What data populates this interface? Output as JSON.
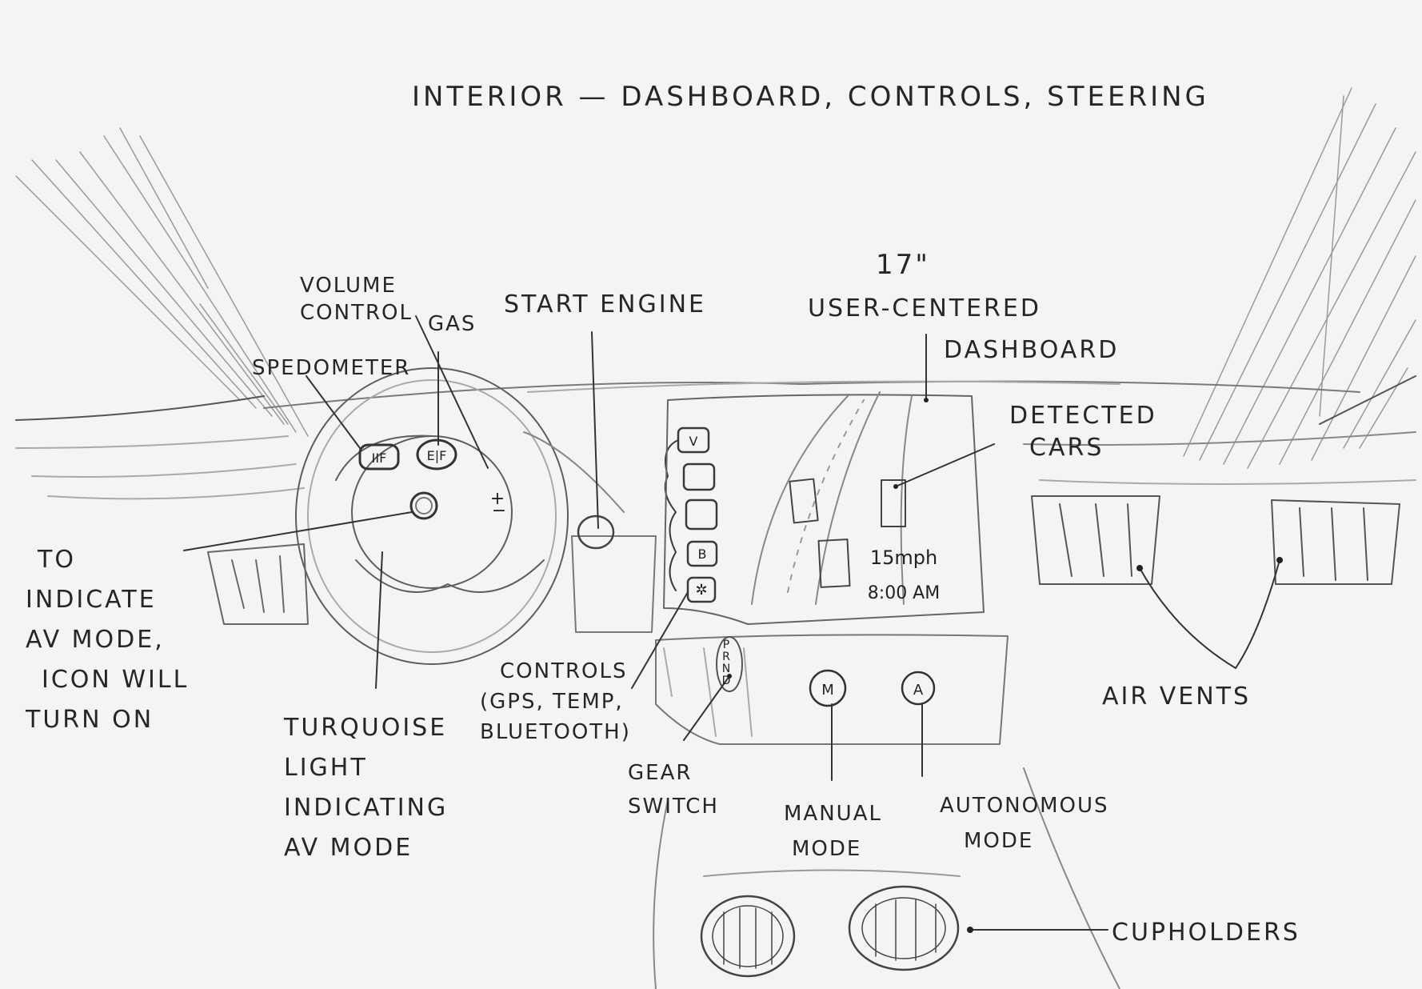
{
  "title": "INTERIOR — DASHBOARD, CONTROLS, STEERING",
  "labels": {
    "volume_control": [
      "VOLUME",
      "CONTROL"
    ],
    "speedometer": "SPEDOMETER",
    "gas": "GAS",
    "start_engine": "START ENGINE",
    "screen_size": "17\"",
    "dashboard": [
      "USER-CENTERED",
      "DASHBOARD"
    ],
    "detected_cars": [
      "DETECTED",
      "CARS"
    ],
    "av_mode_icon": [
      "TO",
      "INDICATE",
      "AV MODE,",
      "ICON WILL",
      "TURN ON"
    ],
    "turquoise_light": [
      "TURQUOISE",
      "LIGHT",
      "INDICATING",
      "AV MODE"
    ],
    "controls": [
      "CONTROLS",
      "(GPS, TEMP,",
      "BLUETOOTH)"
    ],
    "gear_switch": [
      "GEAR",
      "SWITCH"
    ],
    "manual_mode": [
      "MANUAL",
      "MODE"
    ],
    "autonomous_mode": [
      "AUTONOMOUS",
      "MODE"
    ],
    "air_vents": "AIR VENTS",
    "cupholders": "CUPHOLDERS"
  },
  "screen": {
    "speed": "15mph",
    "time": "8:00 AM"
  },
  "gauges": {
    "speedometer_face": "IIF",
    "gas_face": "E|F",
    "volume_plus": "+",
    "volume_minus": "−"
  },
  "buttons": {
    "manual": "M",
    "autonomous": "A",
    "control_top": "V",
    "control_bluetooth": "B",
    "control_fan": "✲"
  },
  "gear_letters": [
    "P",
    "R",
    "N",
    "D"
  ]
}
